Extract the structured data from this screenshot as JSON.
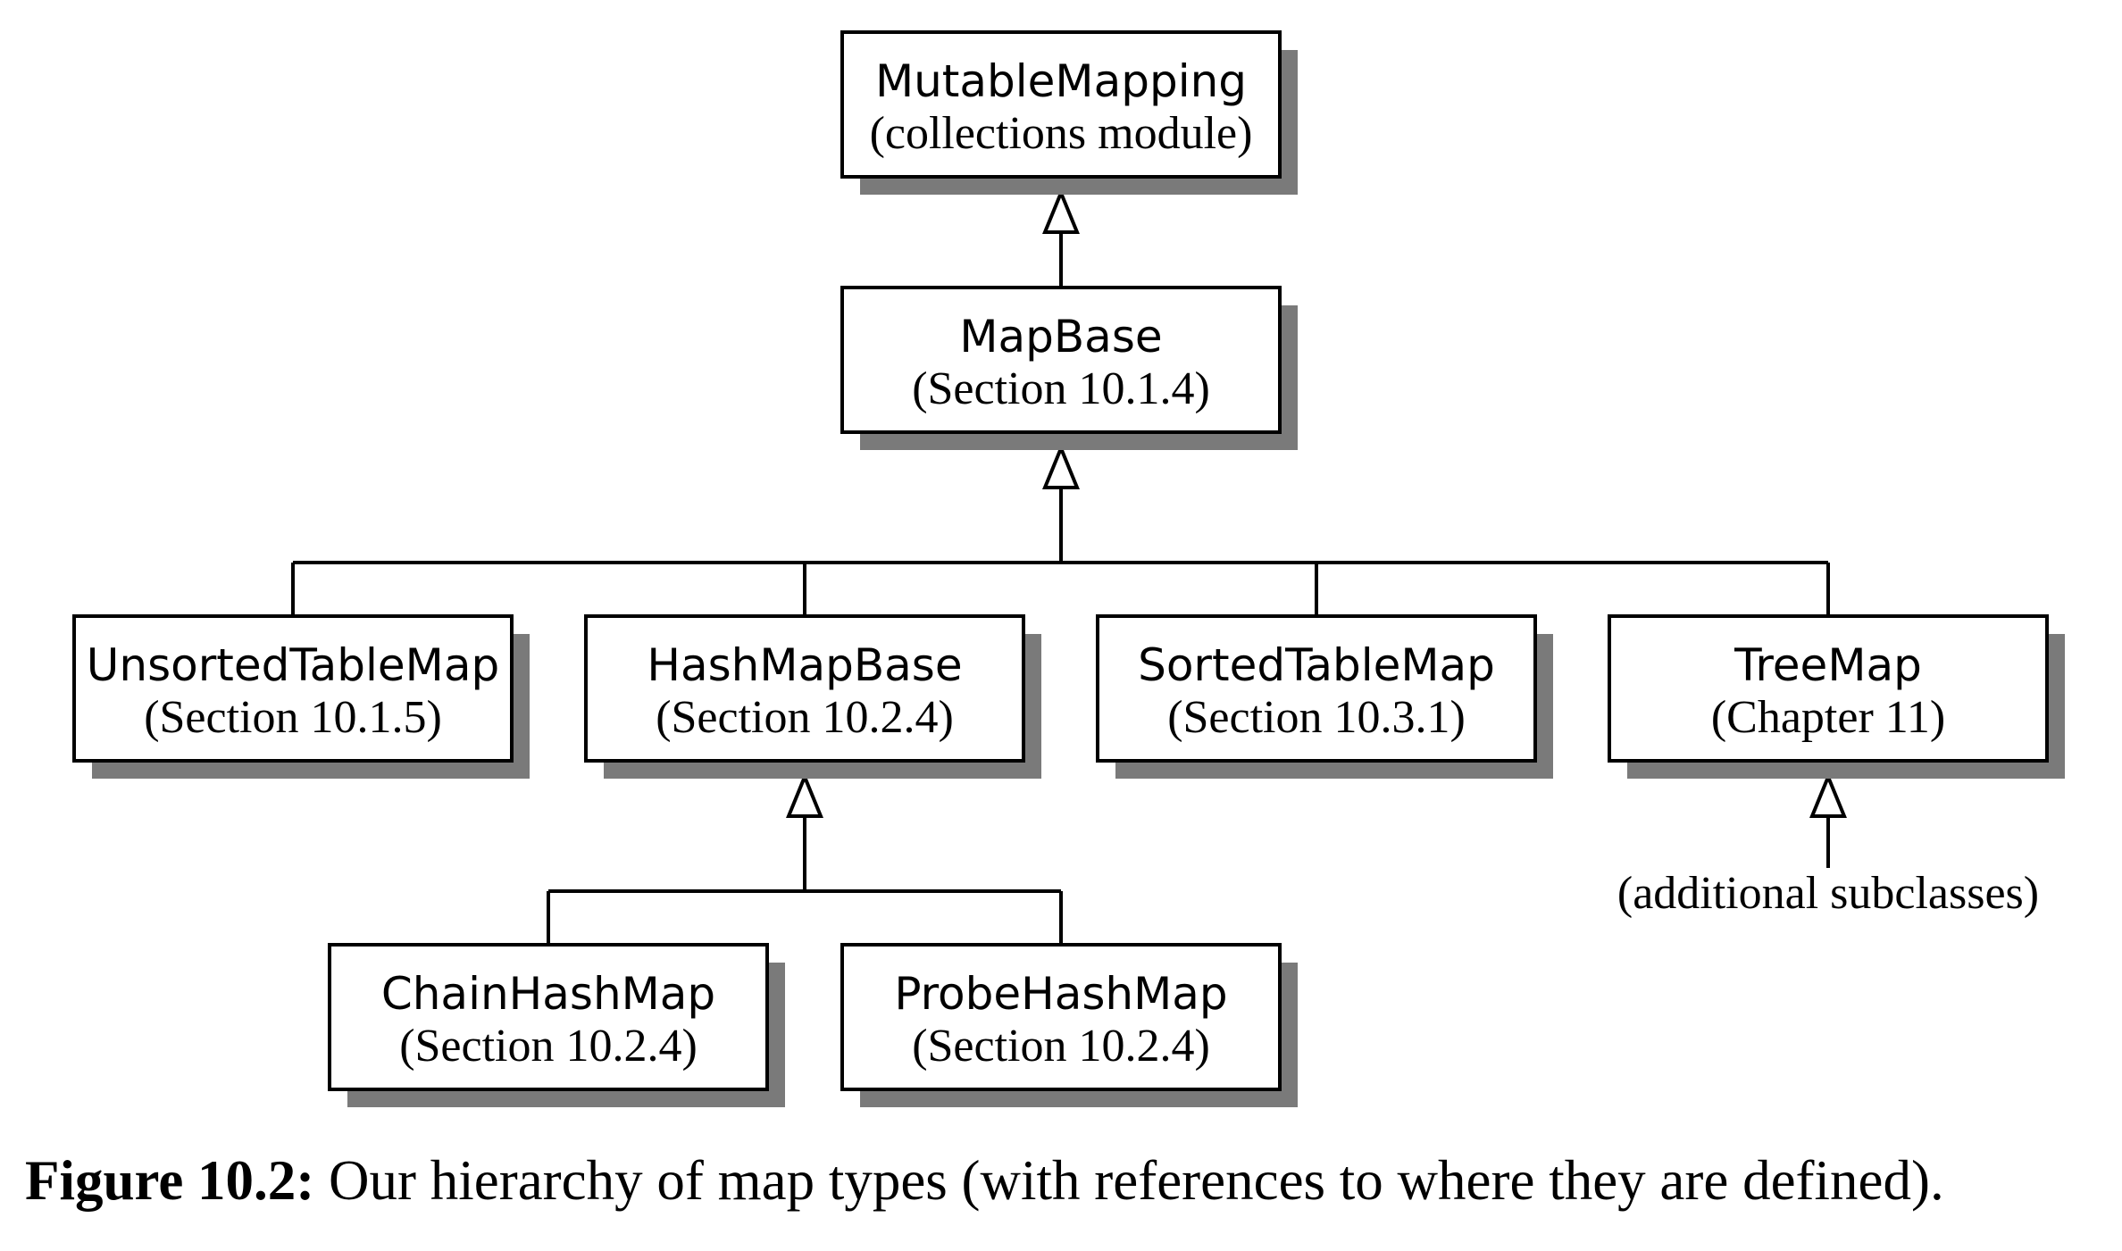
{
  "diagram": {
    "nodes": [
      {
        "id": "mutable-mapping",
        "name": "MutableMapping",
        "ref": "(collections module)"
      },
      {
        "id": "map-base",
        "name": "MapBase",
        "ref": "(Section 10.1.4)"
      },
      {
        "id": "unsorted-table-map",
        "name": "UnsortedTableMap",
        "ref": "(Section 10.1.5)"
      },
      {
        "id": "hash-map-base",
        "name": "HashMapBase",
        "ref": "(Section 10.2.4)"
      },
      {
        "id": "sorted-table-map",
        "name": "SortedTableMap",
        "ref": "(Section 10.3.1)"
      },
      {
        "id": "tree-map",
        "name": "TreeMap",
        "ref": "(Chapter 11)"
      },
      {
        "id": "chain-hash-map",
        "name": "ChainHashMap",
        "ref": "(Section 10.2.4)"
      },
      {
        "id": "probe-hash-map",
        "name": "ProbeHashMap",
        "ref": "(Section 10.2.4)"
      }
    ],
    "inheritance": [
      {
        "parent": "mutable-mapping",
        "children": [
          "map-base"
        ]
      },
      {
        "parent": "map-base",
        "children": [
          "unsorted-table-map",
          "hash-map-base",
          "sorted-table-map",
          "tree-map"
        ]
      },
      {
        "parent": "hash-map-base",
        "children": [
          "chain-hash-map",
          "probe-hash-map"
        ]
      },
      {
        "parent": "tree-map",
        "children": [
          "additional-subclasses"
        ]
      }
    ],
    "extra_label": {
      "id": "additional-subclasses",
      "text": "(additional subclasses)"
    }
  },
  "caption": {
    "lead": "Figure 10.2:",
    "text": " Our hierarchy of map types (with references to where they are defined)."
  },
  "colors": {
    "line": "#000000",
    "box_fill": "#ffffff",
    "shadow": "#7a7a7a"
  }
}
